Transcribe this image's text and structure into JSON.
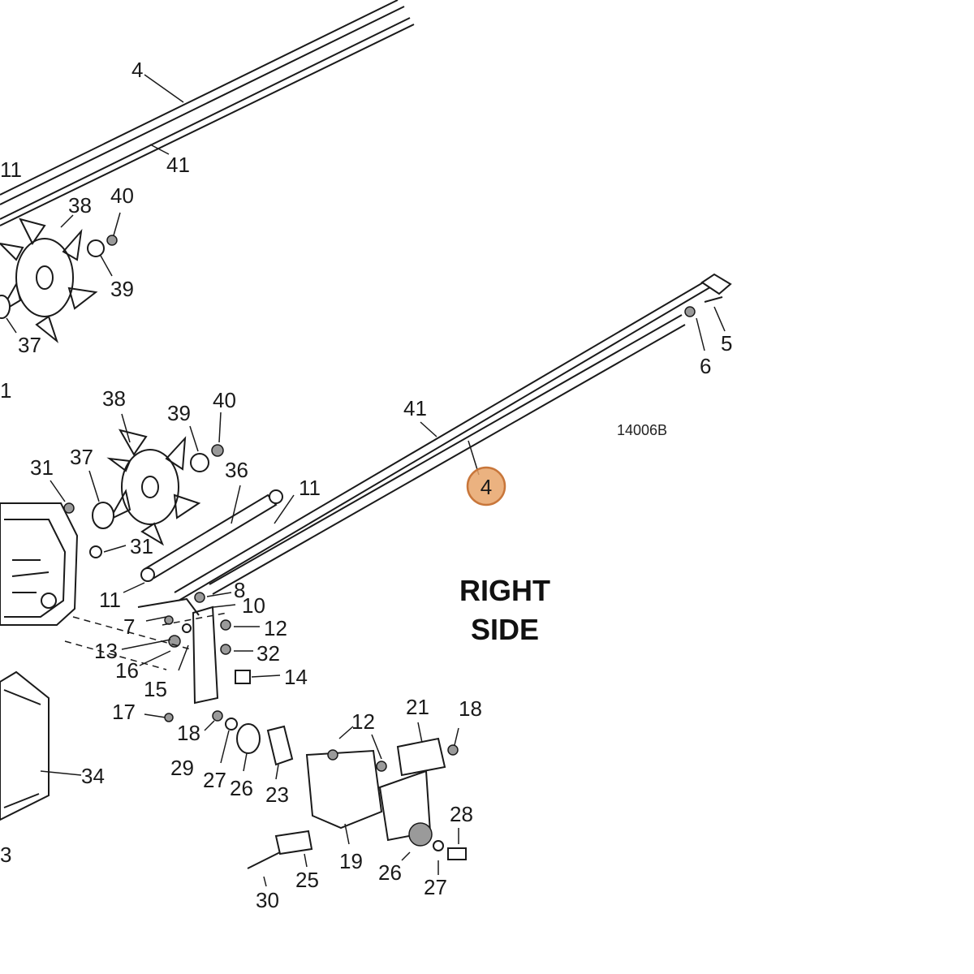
{
  "diagram": {
    "heading": [
      "RIGHT",
      "SIDE"
    ],
    "drawing_code": "14006B",
    "highlight": {
      "label": "4",
      "color": "#E8A46A",
      "border": "#C8763A"
    },
    "callouts": [
      "4",
      "41",
      "11",
      "38",
      "40",
      "39",
      "37",
      "1",
      "5",
      "6",
      "41",
      "38",
      "39",
      "40",
      "31",
      "37",
      "36",
      "11",
      "31",
      "8",
      "10",
      "11",
      "7",
      "12",
      "13",
      "32",
      "16",
      "15",
      "14",
      "17",
      "18",
      "29",
      "27",
      "26",
      "23",
      "12",
      "21",
      "18",
      "34",
      "3",
      "19",
      "28",
      "26",
      "27",
      "25",
      "30"
    ]
  }
}
